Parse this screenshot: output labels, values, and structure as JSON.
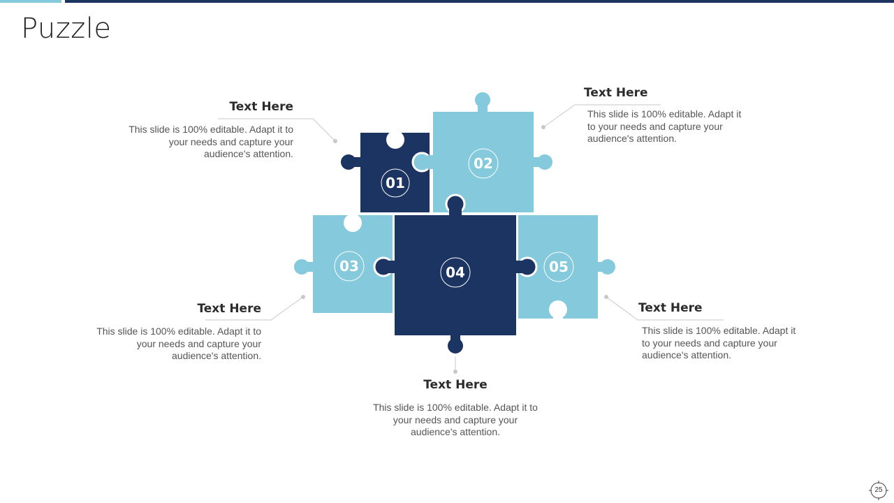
{
  "slide": {
    "title": "Puzzle",
    "page_number": "25"
  },
  "colors": {
    "dark": "#1c3461",
    "light": "#84c9dc",
    "connector": "#c8c8c8"
  },
  "pieces": [
    {
      "label": "01",
      "color": "dark"
    },
    {
      "label": "02",
      "color": "light"
    },
    {
      "label": "03",
      "color": "light"
    },
    {
      "label": "04",
      "color": "dark"
    },
    {
      "label": "05",
      "color": "light"
    }
  ],
  "callouts": [
    {
      "heading": "Text Here",
      "body": "This slide is 100% editable. Adapt it to your needs and capture your audience's attention."
    },
    {
      "heading": "Text Here",
      "body": "This slide is 100% editable. Adapt it to your needs and capture your audience's attention."
    },
    {
      "heading": "Text Here",
      "body": "This slide is 100% editable. Adapt it to your needs and capture your audience's attention."
    },
    {
      "heading": "Text Here",
      "body": "This slide is 100% editable. Adapt it to your needs and capture your audience's attention."
    },
    {
      "heading": "Text Here",
      "body": "This slide is 100% editable. Adapt it to your needs and capture your audience's attention."
    }
  ]
}
